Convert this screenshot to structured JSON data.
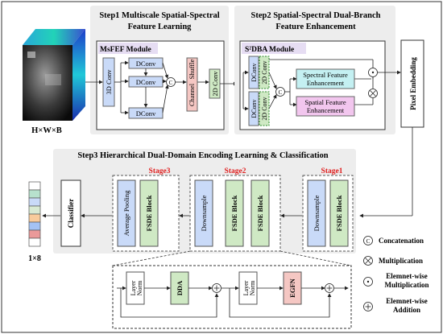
{
  "cube_label": "H×W×B",
  "step1": {
    "title_line1": "Step1 Multiscale Spatial-Spectral",
    "title_line2": "Feature Learning",
    "module_title": "MsFEF Module",
    "conv3d": "3D Conv",
    "dconv": "DConv",
    "concat_symbol": "C",
    "channel_shuffle_1": "Channel",
    "channel_shuffle_2": "Shuffle",
    "conv2d": "2D Conv"
  },
  "step2": {
    "title_line1": "Step2 Spatial-Spectral Dual-Branch",
    "title_line2": "Feature Enhancement",
    "module_title": "S²DBA Module",
    "dconv": "DConv",
    "conv2d": "2D Conv",
    "spectral_line1": "Spectral Feature",
    "spectral_line2": "Enhancement",
    "spatial_line1": "Spatial Feature",
    "spatial_line2": "Enhancement",
    "pixel_embedding": "Pixel Embedding"
  },
  "step3": {
    "title": "Step3 Hierarchical Dual-Domain Encoding Learning & Classification",
    "stage1": "Stage1",
    "stage2": "Stage2",
    "stage3": "Stage3",
    "fsde": "FSDE Block",
    "downsample": "Downsample",
    "avg_pooling": "Average Pooling",
    "classifier": "Classifier",
    "output_label": "1×8",
    "output_colors": [
      "#ffffff",
      "#b7e1cd",
      "#c9daf8",
      "#d9ead3",
      "#f9cb9c",
      "#a4c2f4",
      "#ea9999",
      "#ffffff"
    ]
  },
  "detail": {
    "layer_norm_1": "Layer",
    "layer_norm_2": "Norm",
    "dda": "DDA",
    "egfn": "EGFN"
  },
  "legend": {
    "concat": "Concatenation",
    "multiply": "Multiplication",
    "elem_mult_1": "Elemnet-wise",
    "elem_mult_2": "Multiplication",
    "elem_add_1": "Elemnet-wise",
    "elem_add_2": "Addition"
  },
  "colors": {
    "blue_box": "#c9daf8",
    "green_box": "#cfe9c4",
    "cyan_box": "#c4f0f2",
    "pink_box": "#f2c6ee",
    "red_box": "#f5c7c3",
    "module_header": "#e6ddf3",
    "step_panel": "#eeeeee",
    "stage_red": "#e02020"
  }
}
